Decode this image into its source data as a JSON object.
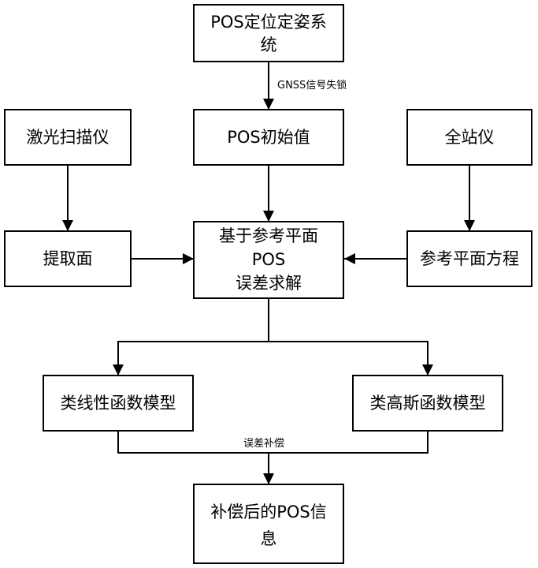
{
  "nodes": {
    "pos_system": {
      "lines": [
        "POS定位定姿系",
        "统"
      ]
    },
    "pos_initial": {
      "lines": [
        "POS初始值"
      ]
    },
    "laser_scanner": {
      "lines": [
        "激光扫描仪"
      ]
    },
    "total_station": {
      "lines": [
        "全站仪"
      ]
    },
    "extract_plane": {
      "lines": [
        "提取面"
      ]
    },
    "pos_error_solve": {
      "lines": [
        "基于参考平面",
        "POS",
        "误差求解"
      ]
    },
    "reference_plane_equation": {
      "lines": [
        "参考平面方程"
      ]
    },
    "linear_model": {
      "lines": [
        "类线性函数模型"
      ]
    },
    "gaussian_model": {
      "lines": [
        "类高斯函数模型"
      ]
    },
    "compensated_pos": {
      "lines": [
        "补偿后的POS信",
        "息"
      ]
    }
  },
  "edges": {
    "gnss_lock_loss": "GNSS信号失锁",
    "error_compensation": "误差补偿"
  }
}
